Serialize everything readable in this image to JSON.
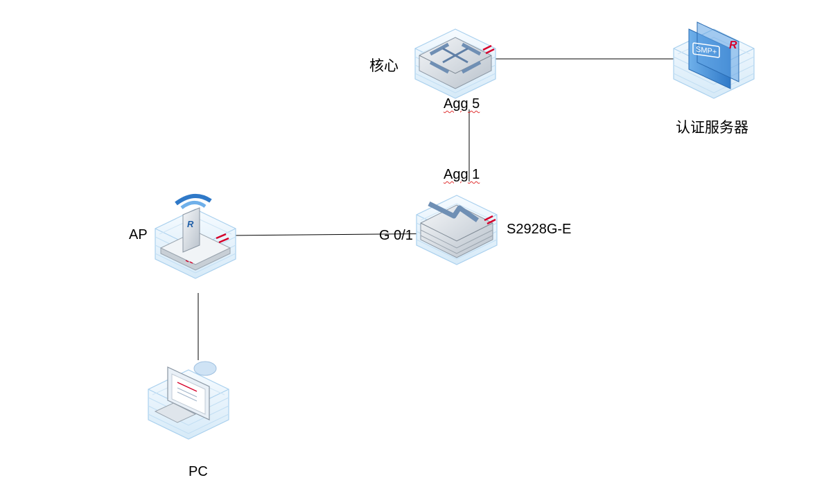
{
  "labels": {
    "core_name": "核心",
    "core_port": "Agg 5",
    "server_name": "认证服务器",
    "switch_port_up": "Agg 1",
    "switch_name": "S2928G-E",
    "switch_port_ap": "G 0/1",
    "ap_name": "AP",
    "pc_name": "PC"
  },
  "icons": {
    "core": "core-switch-icon",
    "server": "smp-server-icon",
    "switch": "access-switch-icon",
    "ap": "wireless-ap-icon",
    "pc": "pc-icon"
  },
  "colors": {
    "tile_stroke": "#9fc9ea",
    "tile_fill": "#eaf4fc",
    "accent_red": "#d6002a",
    "link": "#000000"
  }
}
